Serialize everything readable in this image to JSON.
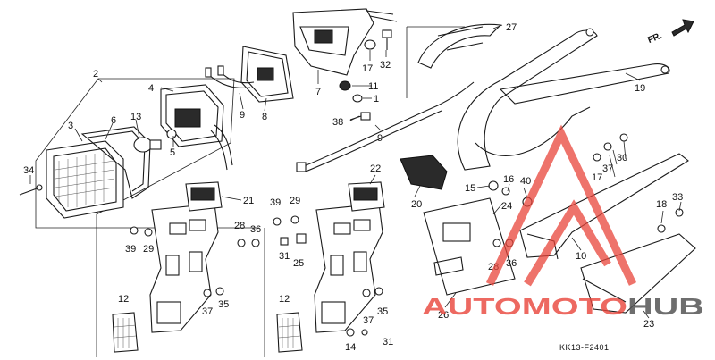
{
  "diagram": {
    "code": "KK13-F2401",
    "direction_label": "FR.",
    "callouts": [
      {
        "id": "c2",
        "label": "2"
      },
      {
        "id": "c3",
        "label": "3"
      },
      {
        "id": "c4",
        "label": "4"
      },
      {
        "id": "c5",
        "label": "5"
      },
      {
        "id": "c6",
        "label": "6"
      },
      {
        "id": "c13",
        "label": "13"
      },
      {
        "id": "c34",
        "label": "34"
      },
      {
        "id": "c9a",
        "label": "9"
      },
      {
        "id": "c8",
        "label": "8"
      },
      {
        "id": "c7",
        "label": "7"
      },
      {
        "id": "c17a",
        "label": "17"
      },
      {
        "id": "c32",
        "label": "32"
      },
      {
        "id": "c11",
        "label": "11"
      },
      {
        "id": "c1",
        "label": "1"
      },
      {
        "id": "c38",
        "label": "38"
      },
      {
        "id": "c9b",
        "label": "9"
      },
      {
        "id": "c27",
        "label": "27"
      },
      {
        "id": "c19",
        "label": "19"
      },
      {
        "id": "c21",
        "label": "21"
      },
      {
        "id": "c22",
        "label": "22"
      },
      {
        "id": "c39a",
        "label": "39"
      },
      {
        "id": "c29a",
        "label": "29"
      },
      {
        "id": "c28a",
        "label": "28"
      },
      {
        "id": "c36a",
        "label": "36"
      },
      {
        "id": "c39b",
        "label": "39"
      },
      {
        "id": "c29b",
        "label": "29"
      },
      {
        "id": "c31a",
        "label": "31"
      },
      {
        "id": "c25",
        "label": "25"
      },
      {
        "id": "c12a",
        "label": "12"
      },
      {
        "id": "c37a",
        "label": "37"
      },
      {
        "id": "c35a",
        "label": "35"
      },
      {
        "id": "c12b",
        "label": "12"
      },
      {
        "id": "c37b",
        "label": "37"
      },
      {
        "id": "c35b",
        "label": "35"
      },
      {
        "id": "c14",
        "label": "14"
      },
      {
        "id": "c31b",
        "label": "31"
      },
      {
        "id": "c20",
        "label": "20"
      },
      {
        "id": "c15",
        "label": "15"
      },
      {
        "id": "c16",
        "label": "16"
      },
      {
        "id": "c40",
        "label": "40"
      },
      {
        "id": "c24",
        "label": "24"
      },
      {
        "id": "c26",
        "label": "26"
      },
      {
        "id": "c28b",
        "label": "28"
      },
      {
        "id": "c36b",
        "label": "36"
      },
      {
        "id": "c10",
        "label": "10"
      },
      {
        "id": "c37c",
        "label": "37"
      },
      {
        "id": "c17b",
        "label": "17"
      },
      {
        "id": "c30",
        "label": "30"
      },
      {
        "id": "c18",
        "label": "18"
      },
      {
        "id": "c33",
        "label": "33"
      },
      {
        "id": "c23",
        "label": "23"
      }
    ]
  },
  "watermark": {
    "word_part1": "AUTOMOTO",
    "word_part2": "HUB",
    "color_red": "#e8443a",
    "color_dark": "#555555"
  }
}
